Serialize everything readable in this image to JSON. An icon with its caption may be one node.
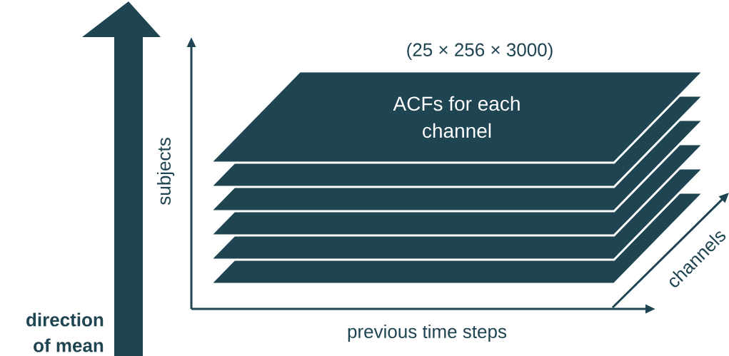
{
  "diagram": {
    "nodes": [
      {
        "text": [
          "ACFs for each channel"
        ]
      },
      {
        "text": [],
        "shape": "parallelogram"
      },
      {
        "text": [],
        "shape": "parallelogram"
      },
      {
        "text": [],
        "shape": "parallelogram"
      },
      {
        "text": [],
        "shape": "parallelogram"
      },
      {
        "text": [],
        "shape": "parallelogram"
      }
    ],
    "labels": [
      "(25 × 256 × 3000)",
      "subjects",
      "channels",
      "previous time steps",
      "direction of mean"
    ]
  }
}
